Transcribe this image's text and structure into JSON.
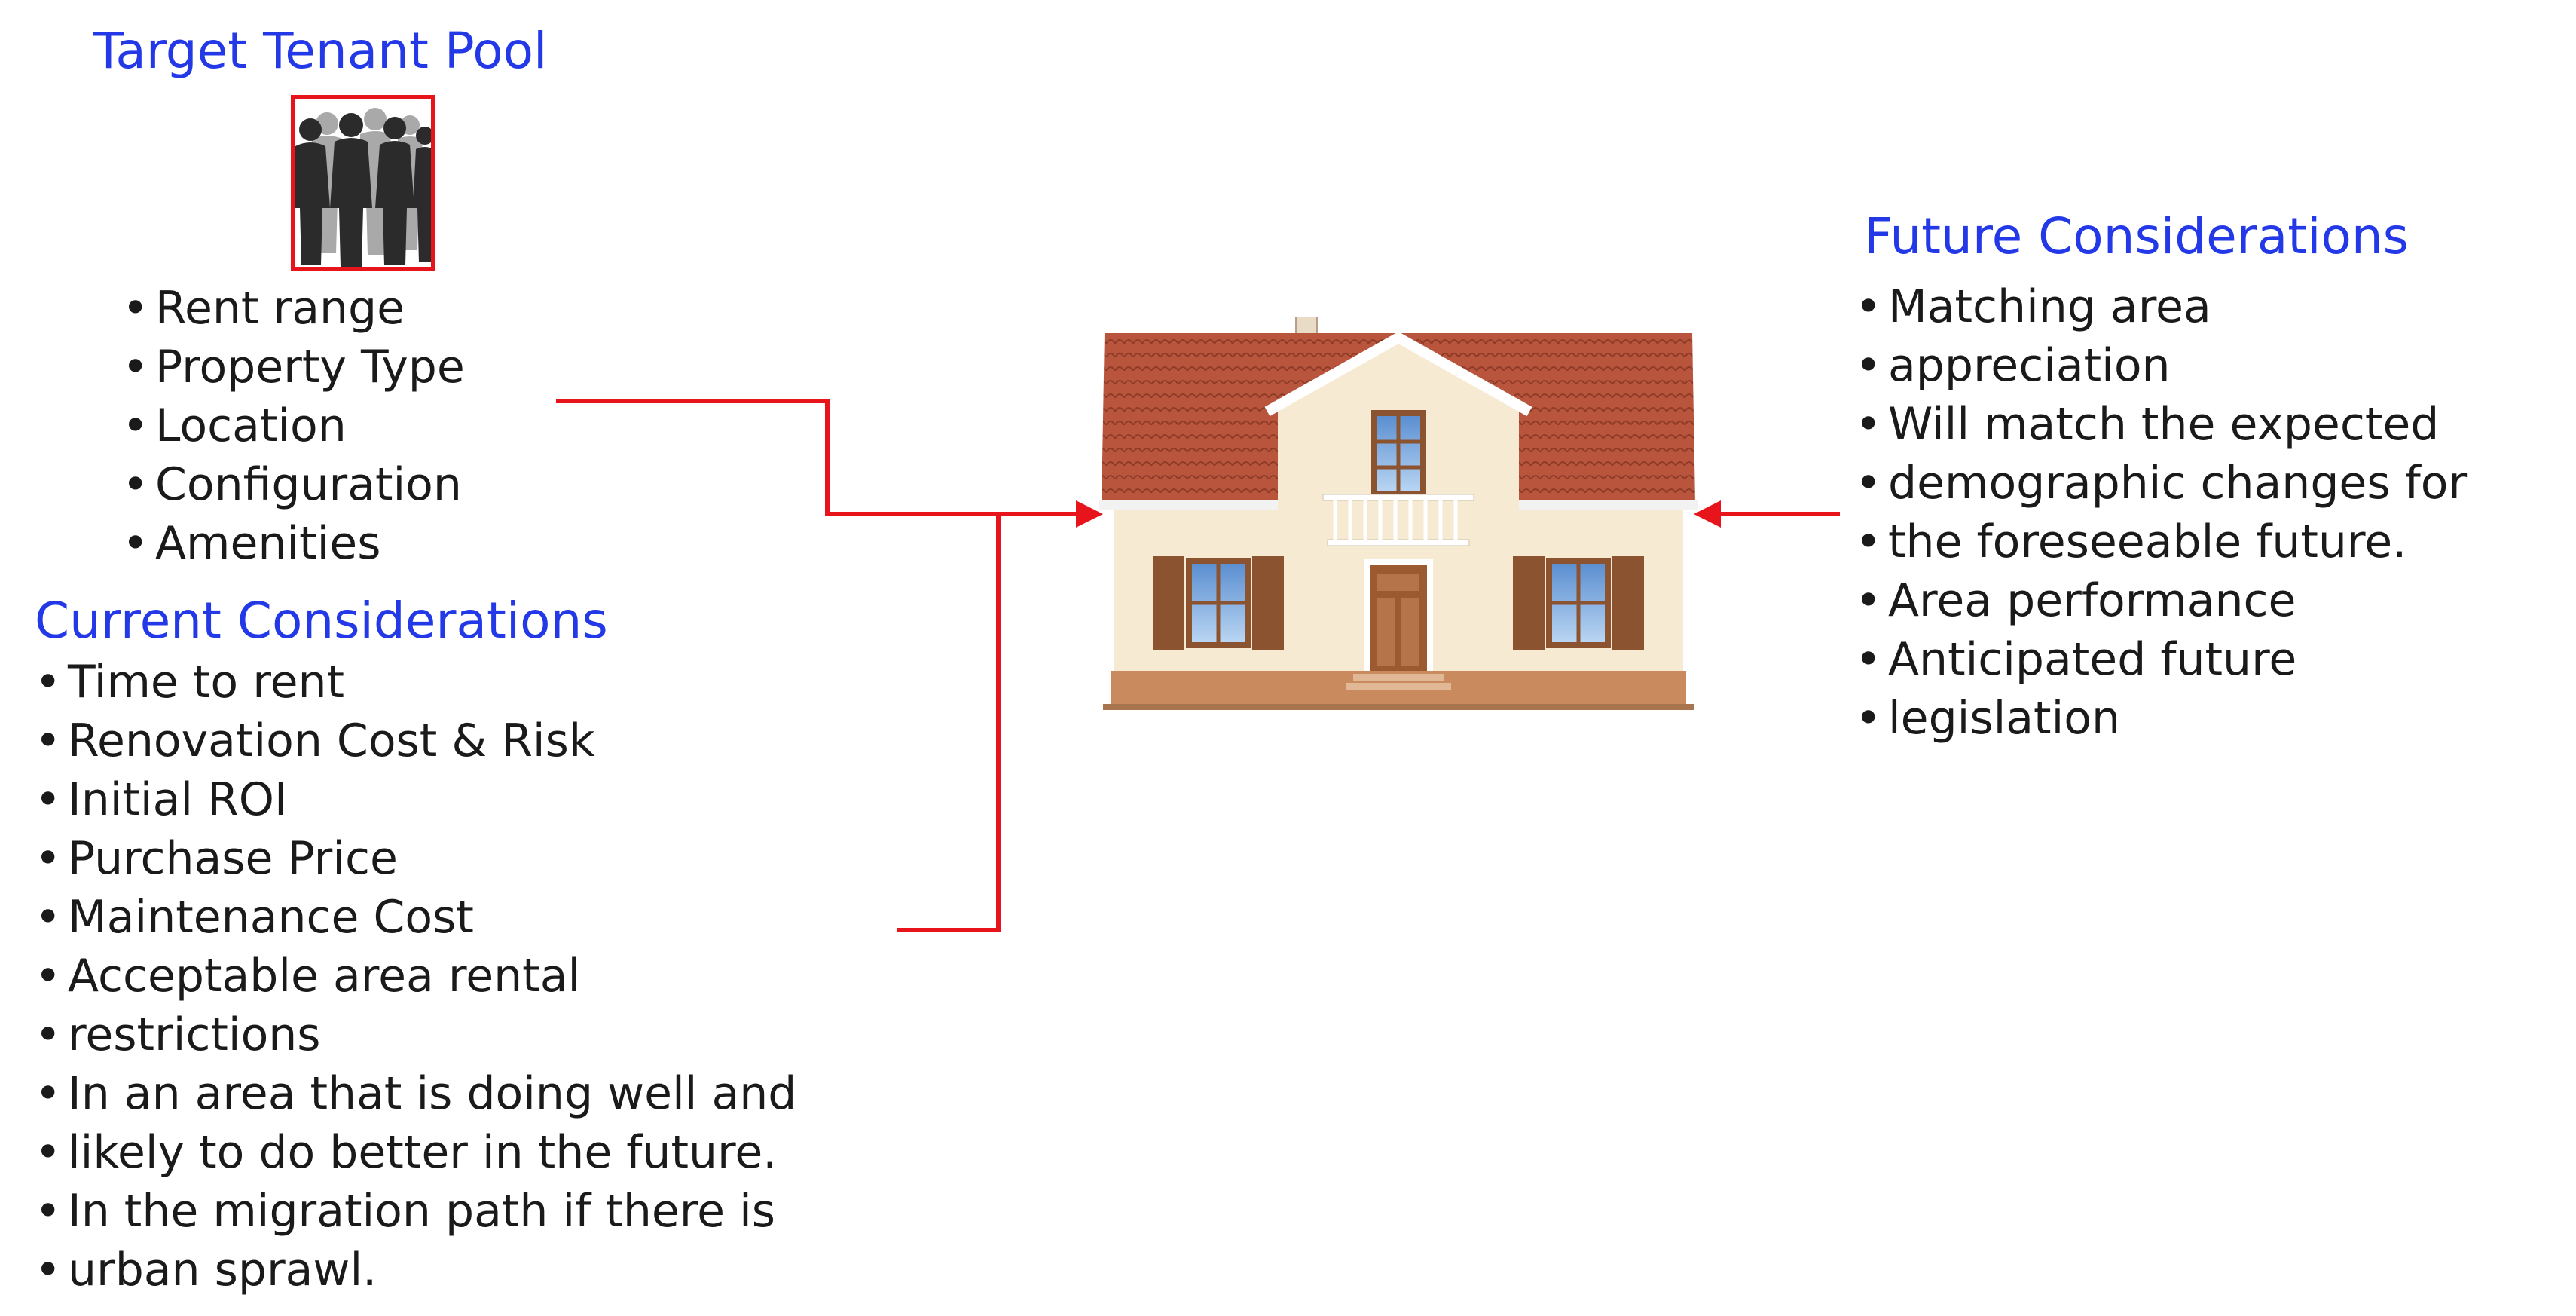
{
  "tenant_pool": {
    "title": "Target Tenant Pool",
    "items": [
      "Rent range",
      "Property Type",
      "Location",
      "Configuration",
      "Amenities"
    ]
  },
  "current": {
    "title": "Current Considerations",
    "lines": [
      "Time to rent",
      "Renovation Cost & Risk",
      "Initial ROI",
      "Purchase Price",
      "Maintenance Cost",
      "Acceptable area rental",
      "restrictions",
      "In an area that is doing well and",
      "likely to do better in the future.",
      "In the migration path if there is",
      "urban sprawl."
    ]
  },
  "future": {
    "title": "Future Considerations",
    "lines": [
      "Matching area",
      "appreciation",
      "Will match the expected",
      "demographic changes for",
      "the foreseeable future.",
      "Area performance",
      "Anticipated future",
      "legislation"
    ]
  },
  "colors": {
    "heading": "#2338e6",
    "connector": "#e8141b",
    "roof": "#b9553d",
    "wall": "#f7ead2",
    "shutter": "#8b5330"
  },
  "icons": {
    "tenant": "people-silhouette-icon",
    "house": "house-icon"
  }
}
